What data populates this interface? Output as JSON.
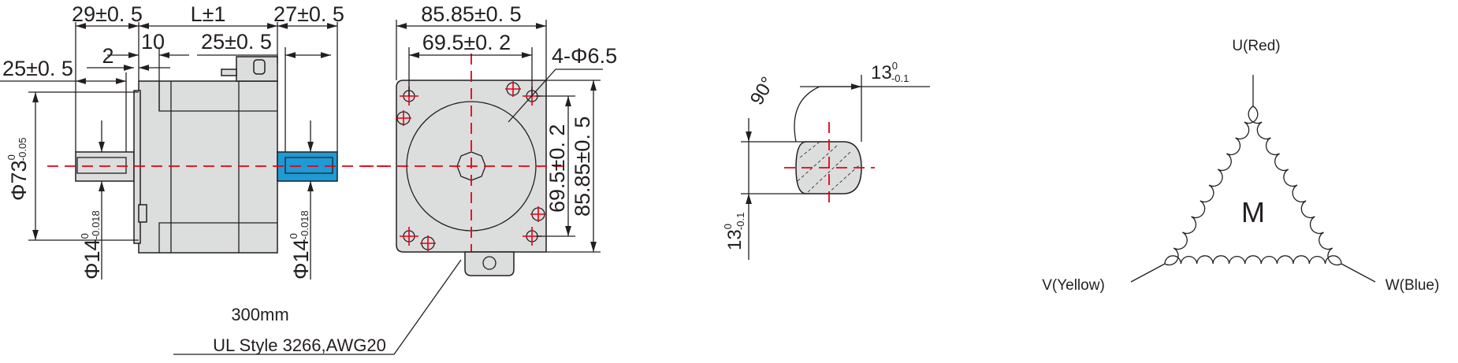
{
  "side_view": {
    "dim_rear_shaft": "29±0. 5",
    "dim_length": "L±1",
    "dim_front_shaft": "27±0. 5",
    "dim_10": "10",
    "dim_25_top": "25±0. 5",
    "dim_2": "2",
    "dim_25_left": "25±0. 5",
    "dim_pilot": "Φ73",
    "dim_pilot_tol_upper": "0",
    "dim_pilot_tol_lower": "-0.05",
    "dim_shaft_rear": "Φ14",
    "dim_shaft_front": "Φ14",
    "dim_shaft_tol_upper": "0",
    "dim_shaft_tol_lower": "-0.018",
    "front_shaft_color": "#1e9ad6"
  },
  "front_view": {
    "dim_width": "85.85±0. 5",
    "dim_hole_spacing": "69.5±0. 2",
    "dim_holes": "4-Φ6.5",
    "dim_hole_spacing_v": "69.5±0. 2",
    "dim_height": "85.85±0. 5"
  },
  "cable": {
    "length": "300mm",
    "spec": "UL Style 3266,AWG20"
  },
  "shaft_section": {
    "angle": "90°",
    "dim_flat": "13",
    "dim_flat_tol_upper": "0",
    "dim_flat_tol_lower": "-0.1",
    "dim_v": "13",
    "dim_v_tol_upper": "0",
    "dim_v_tol_lower": "-0.1"
  },
  "wiring": {
    "motor_label": "M",
    "u_label": "U(Red)",
    "v_label": "V(Yellow)",
    "w_label": "W(Blue)"
  },
  "colors": {
    "centerline": "#e60012",
    "body": "#dcdddd",
    "line": "#231f20"
  }
}
